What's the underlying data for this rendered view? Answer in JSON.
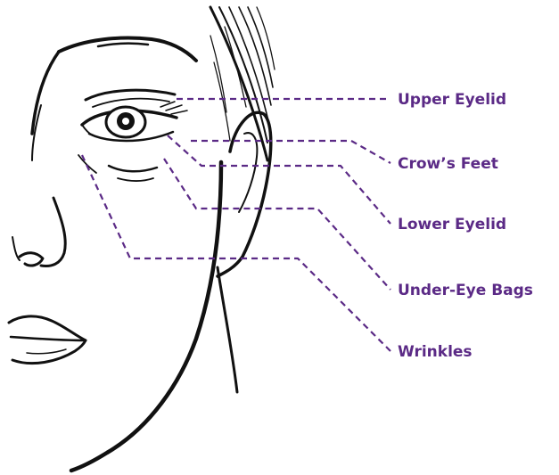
{
  "colors": {
    "accent": "#5b2a86",
    "ink": "#111111",
    "background": "#ffffff"
  },
  "labels": [
    {
      "id": "upper-eyelid",
      "text": "Upper Eyelid"
    },
    {
      "id": "crows-feet",
      "text": "Crow’s Feet"
    },
    {
      "id": "lower-eyelid",
      "text": "Lower Eyelid"
    },
    {
      "id": "under-eye-bags",
      "text": "Under-Eye Bags"
    },
    {
      "id": "wrinkles",
      "text": "Wrinkles"
    }
  ]
}
